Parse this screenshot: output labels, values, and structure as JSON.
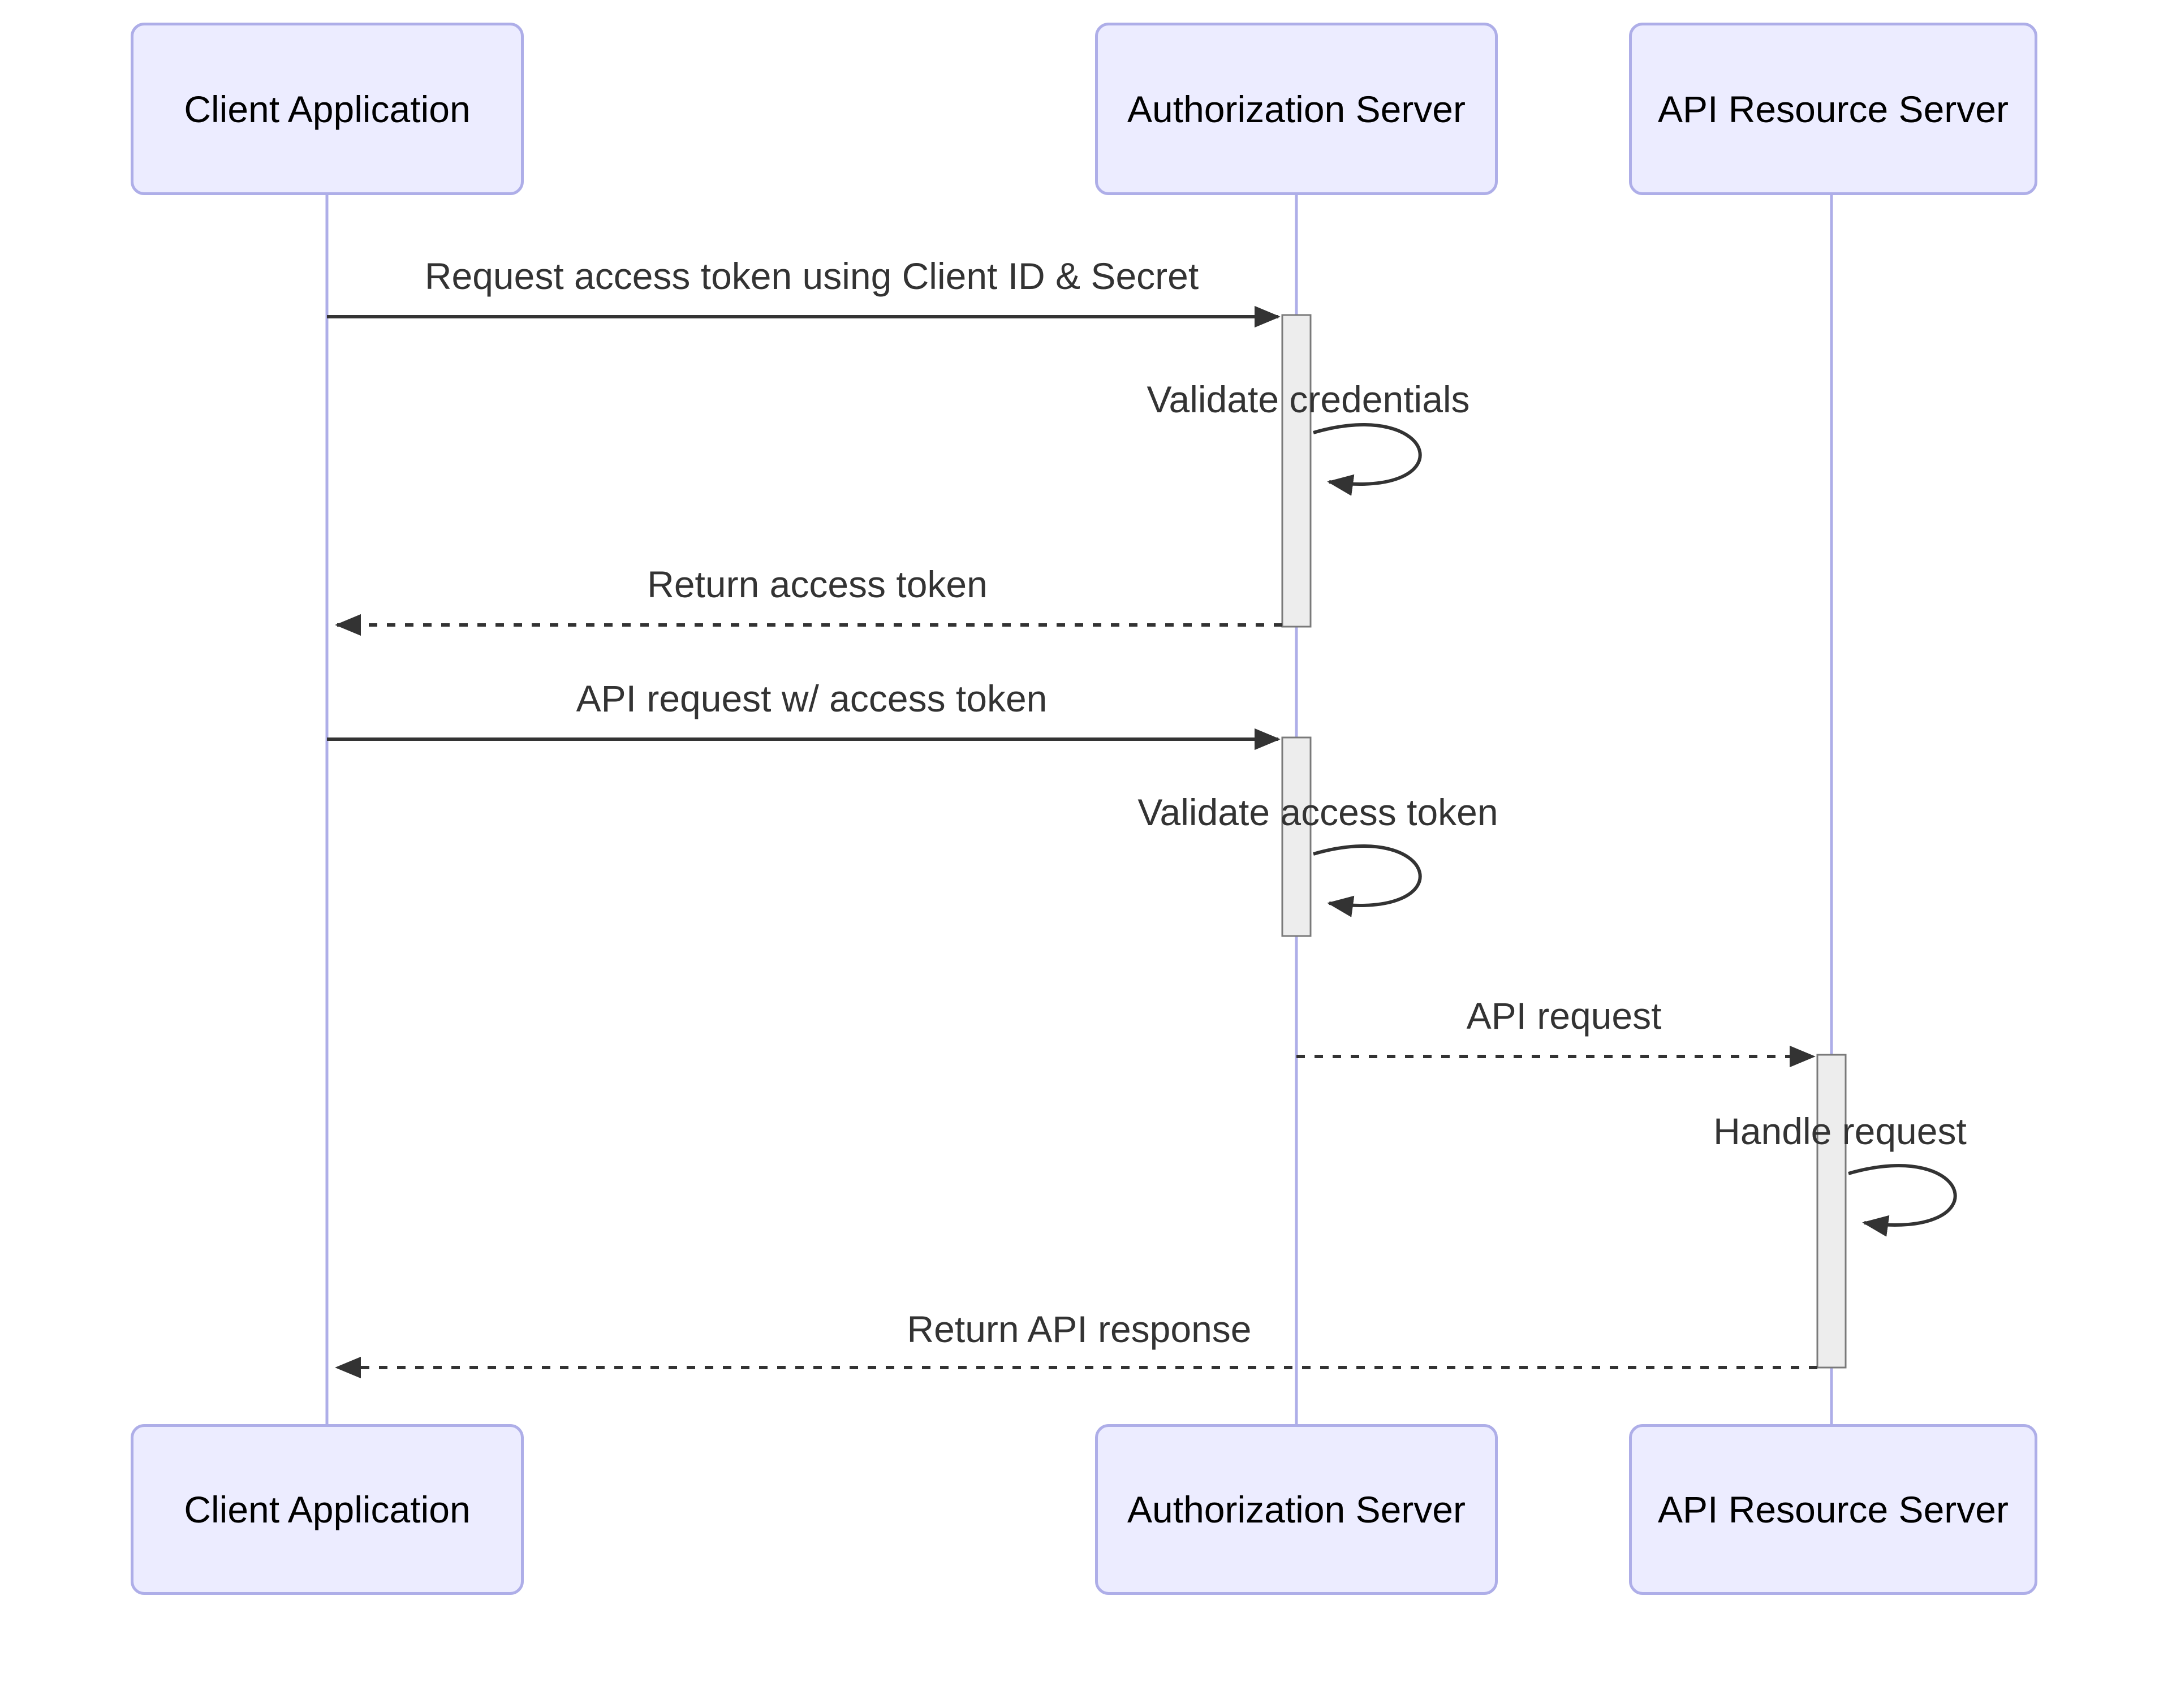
{
  "diagram": {
    "type": "sequence-diagram",
    "actors": [
      {
        "id": "client",
        "label": "Client Application"
      },
      {
        "id": "auth",
        "label": "Authorization Server"
      },
      {
        "id": "api",
        "label": "API Resource Server"
      }
    ],
    "messages": [
      {
        "from": "client",
        "to": "auth",
        "style": "solid",
        "label": "Request access token using Client ID & Secret"
      },
      {
        "from": "auth",
        "to": "auth",
        "style": "self",
        "label": "Validate credentials"
      },
      {
        "from": "auth",
        "to": "client",
        "style": "dashed",
        "label": "Return access token"
      },
      {
        "from": "client",
        "to": "auth",
        "style": "solid",
        "label": "API request w/ access token"
      },
      {
        "from": "auth",
        "to": "auth",
        "style": "self",
        "label": "Validate access token"
      },
      {
        "from": "auth",
        "to": "api",
        "style": "dashed",
        "label": "API request"
      },
      {
        "from": "api",
        "to": "api",
        "style": "self",
        "label": "Handle request"
      },
      {
        "from": "api",
        "to": "client",
        "style": "dashed",
        "label": "Return API response"
      }
    ],
    "colors": {
      "background": "#ffffff",
      "actor_fill": "#ECECFF",
      "actor_border": "#AEAEE8",
      "lifeline": "#AEAEE8",
      "activation_fill": "#EDEDED",
      "activation_border": "#7a7a7a",
      "message_text": "#333333",
      "arrow": "#333333",
      "actor_text": "#000000"
    }
  }
}
